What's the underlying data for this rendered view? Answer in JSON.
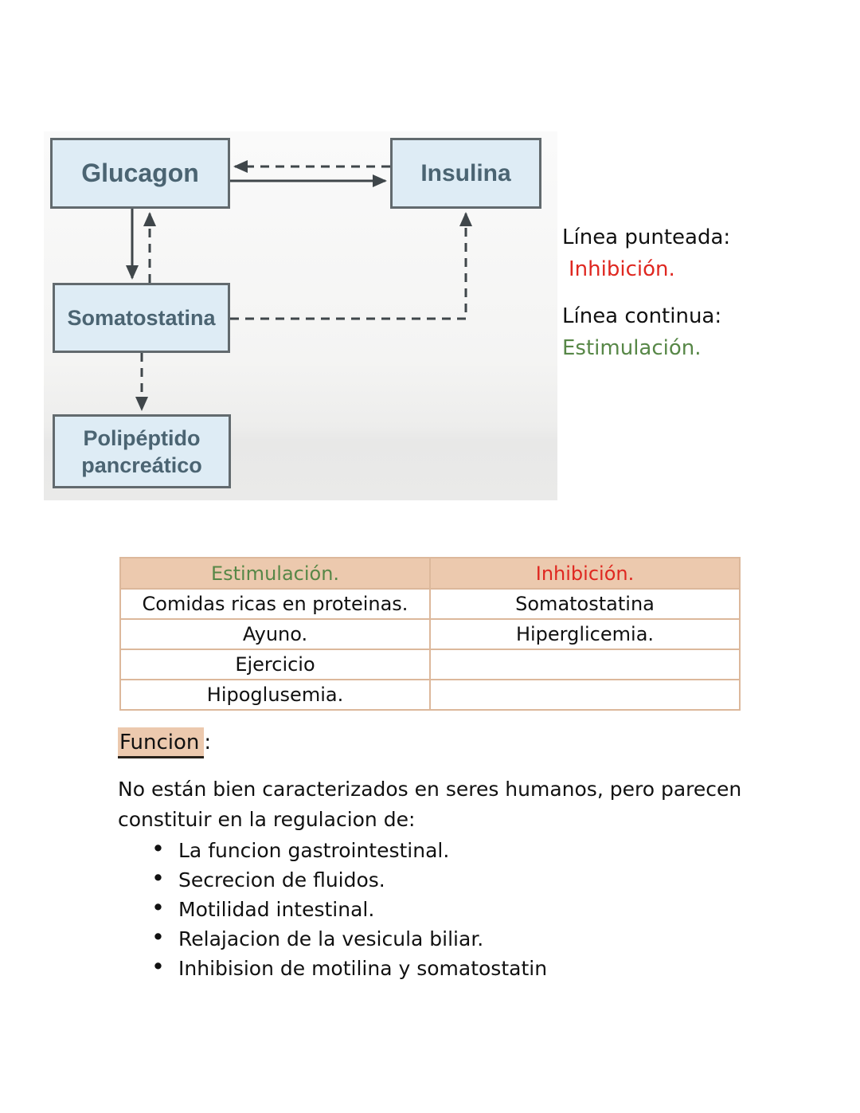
{
  "page": {
    "type": "study-notes"
  },
  "diagram": {
    "boxes": [
      {
        "label": "Glucagon"
      },
      {
        "label": "Insulina"
      },
      {
        "label": "Somatostatina"
      },
      {
        "label": "Polipéptido pancreático"
      }
    ],
    "arrows": [
      {
        "from": "Insulina",
        "to": "Glucagon",
        "style": "dashed",
        "meaning": "inhibición"
      },
      {
        "from": "Glucagon",
        "to": "Insulina",
        "style": "solid",
        "meaning": "estimulación"
      },
      {
        "from": "Glucagon",
        "to": "Somatostatina",
        "style": "solid",
        "meaning": "estimulación"
      },
      {
        "from": "Somatostatina",
        "to": "Glucagon",
        "style": "dashed",
        "meaning": "inhibición"
      },
      {
        "from": "Somatostatina",
        "to": "Insulina",
        "style": "dashed",
        "meaning": "inhibición"
      },
      {
        "from": "Somatostatina",
        "to": "Polipéptido pancreático",
        "style": "dashed",
        "meaning": "inhibición"
      }
    ],
    "colors": {
      "box_fill": "#deecf5",
      "box_border": "#626a6e",
      "box_text": "#4b6472",
      "arrow": "#3f464a"
    }
  },
  "legend": {
    "dotted_label": "Línea punteada:",
    "dotted_value": "Inhibición.",
    "solid_label": "Línea continua:",
    "solid_value": "Estimulación.",
    "inhibition_color": "#df2720",
    "stimulation_color": "#578747"
  },
  "table": {
    "header_bg": "#ecc9ae",
    "border_color": "#dcb89b",
    "headers": [
      {
        "label": "Estimulación.",
        "color": "#578747"
      },
      {
        "label": "Inhibición.",
        "color": "#df2720"
      }
    ],
    "rows": [
      [
        "Comidas ricas en proteinas.",
        "Somatostatina"
      ],
      [
        "Ayuno.",
        "Hiperglicemia."
      ],
      [
        "Ejercicio",
        ""
      ],
      [
        "Hipoglusemia.",
        ""
      ]
    ]
  },
  "section": {
    "heading": "Funcion",
    "heading_suffix": ":",
    "highlight_color": "#ecc9ae",
    "intro": "No están bien caracterizados en seres humanos, pero parecen constituir en la regulacion de:",
    "bullets": [
      "La funcion gastrointestinal.",
      "Secrecion de fluidos.",
      "Motilidad intestinal.",
      "Relajacion de la vesicula biliar.",
      "Inhibision de motilina y somatostatin"
    ]
  }
}
